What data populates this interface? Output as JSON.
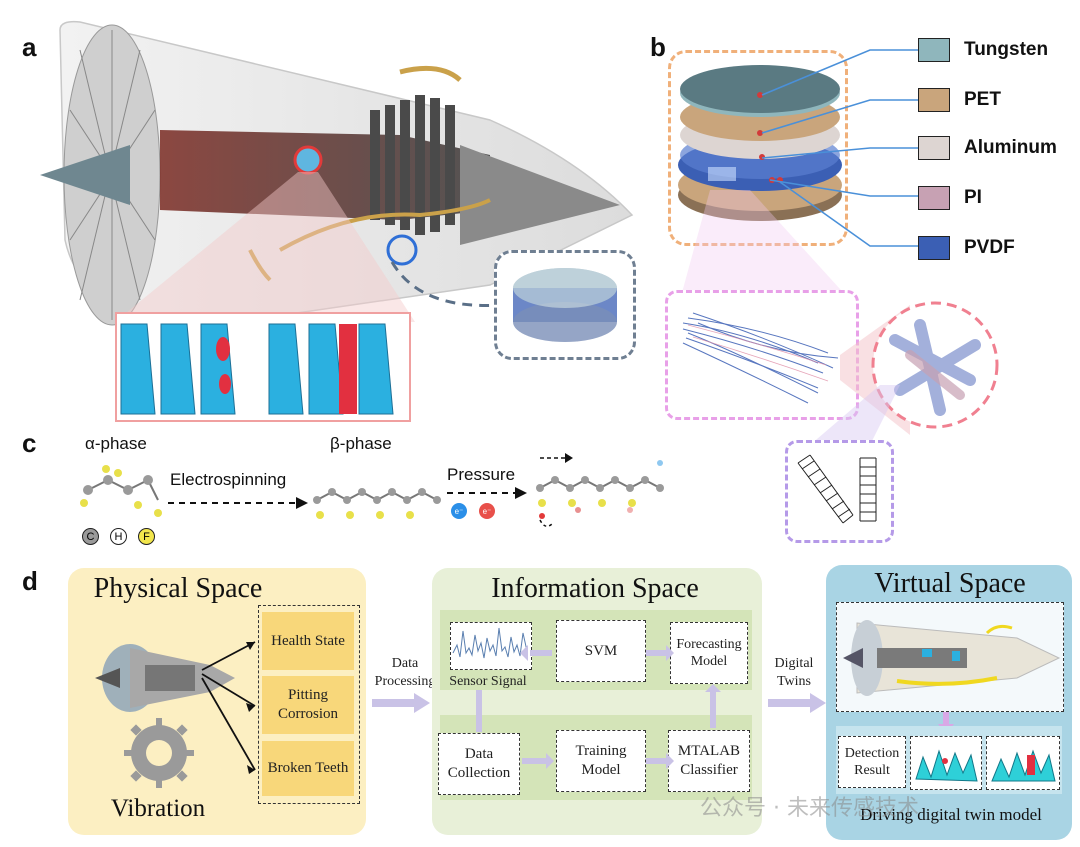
{
  "panels": {
    "a": "a",
    "b": "b",
    "c": "c",
    "d": "d"
  },
  "legend": [
    {
      "label": "Tungsten",
      "color": "#8fb6bc"
    },
    {
      "label": "PET",
      "color": "#c9a57c"
    },
    {
      "label": "Aluminum",
      "color": "#ddd5d2"
    },
    {
      "label": "PI",
      "color": "#c7a1b3"
    },
    {
      "label": "PVDF",
      "color": "#3b5fb4"
    }
  ],
  "panel_c": {
    "alpha_phase": "α-phase",
    "beta_phase": "β-phase",
    "electrospinning": "Electrospinning",
    "pressure": "Pressure",
    "atoms": [
      {
        "symbol": "C",
        "color": "#9a9a9a"
      },
      {
        "symbol": "H",
        "color": "#ffffff"
      },
      {
        "symbol": "F",
        "color": "#f2e64c"
      }
    ],
    "electron": "e⁻"
  },
  "panel_d": {
    "physical_title": "Physical Space",
    "vibration": "Vibration",
    "states": [
      "Health State",
      "Pitting Corrosion",
      "Broken Teeth"
    ],
    "data_processing": "Data Processing",
    "info_title": "Information Space",
    "sensor_signal": "Sensor  Signal",
    "svm": "SVM",
    "forecasting": "Forecasting Model",
    "data_collection": "Data Collection",
    "training": "Training Model",
    "classifier": "MTALAB Classifier",
    "digital_twins": "Digital Twins",
    "virtual_title": "Virtual Space",
    "detection": "Detection Result",
    "driving": "Driving digital twin model",
    "watermark": "公众号 · 未来传感技术"
  }
}
